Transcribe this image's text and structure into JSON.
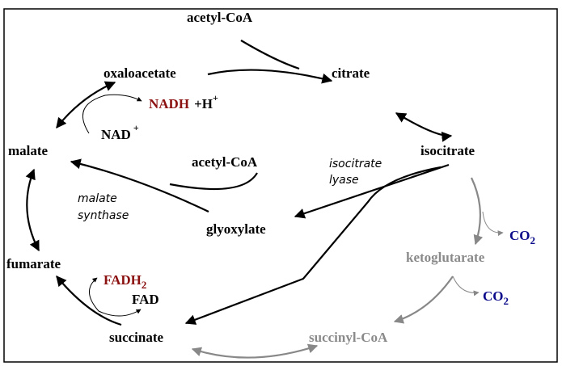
{
  "diagram": {
    "title": "Glyoxylate cycle",
    "nodes": {
      "acetyl_coa_top": "acetyl-CoA",
      "citrate": "citrate",
      "oxaloacetate": "oxaloacetate",
      "nadh": "NADH",
      "plus_h": "+H",
      "plus_sup": "+",
      "nad": "NAD",
      "nad_sup": "+",
      "malate": "malate",
      "isocitrate": "isocitrate",
      "acetyl_coa_mid": "acetyl-CoA",
      "glyoxylate": "glyoxylate",
      "ketoglutarate": "ketoglutarate",
      "co2_a": "CO",
      "co2_a_sub": "2",
      "co2_b": "CO",
      "co2_b_sub": "2",
      "fumarate": "fumarate",
      "fadh": "FADH",
      "fadh_sub": "2",
      "fad": "FAD",
      "succinate": "succinate",
      "succinyl_coa": "succinyl-CoA"
    },
    "enzymes": {
      "isocitrate_lyase_1": "isocitrate",
      "isocitrate_lyase_2": "lyase",
      "malate_synthase_1": "malate",
      "malate_synthase_2": "synthase"
    },
    "colors": {
      "cycle": "#000000",
      "bypassed": "#888888",
      "reduced_cofactor": "#8b1010",
      "co2": "#0a0a8a"
    }
  }
}
